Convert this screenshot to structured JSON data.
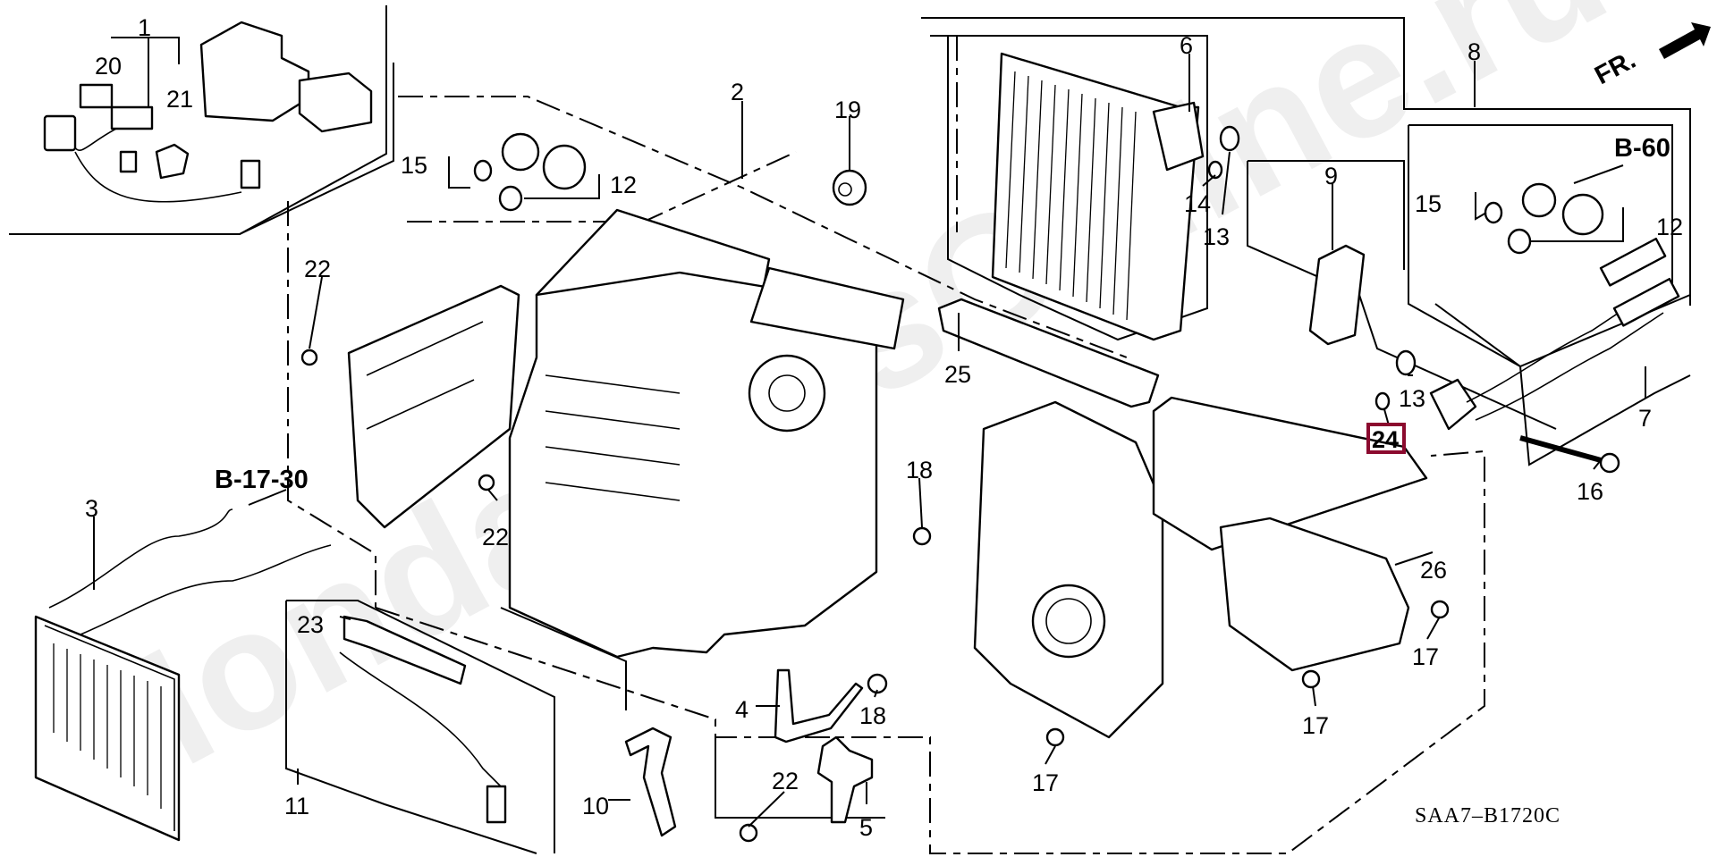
{
  "diagram": {
    "type": "exploded parts diagram",
    "watermark": "HondaPartsOnline.ru",
    "direction_indicator": "FR.",
    "reference_code": "SAA7–B1720C",
    "highlighted_part": "24",
    "highlight_color": "#8b0a2e",
    "cross_references": [
      "B-60",
      "B-17-30"
    ],
    "callouts": [
      {
        "id": "c1",
        "label": "1"
      },
      {
        "id": "c20",
        "label": "20"
      },
      {
        "id": "c21",
        "label": "21"
      },
      {
        "id": "c2",
        "label": "2"
      },
      {
        "id": "c15a",
        "label": "15"
      },
      {
        "id": "c12a",
        "label": "12"
      },
      {
        "id": "c19",
        "label": "19"
      },
      {
        "id": "c6",
        "label": "6"
      },
      {
        "id": "c8",
        "label": "8"
      },
      {
        "id": "c14",
        "label": "14"
      },
      {
        "id": "c13a",
        "label": "13"
      },
      {
        "id": "c9",
        "label": "9"
      },
      {
        "id": "c15b",
        "label": "15"
      },
      {
        "id": "c12b",
        "label": "12"
      },
      {
        "id": "c22a",
        "label": "22"
      },
      {
        "id": "c25",
        "label": "25"
      },
      {
        "id": "c13b",
        "label": "13"
      },
      {
        "id": "c24",
        "label": "24"
      },
      {
        "id": "c7",
        "label": "7"
      },
      {
        "id": "c16",
        "label": "16"
      },
      {
        "id": "c18a",
        "label": "18"
      },
      {
        "id": "c22b",
        "label": "22"
      },
      {
        "id": "c3",
        "label": "3"
      },
      {
        "id": "c26",
        "label": "26"
      },
      {
        "id": "c17a",
        "label": "17"
      },
      {
        "id": "c23",
        "label": "23"
      },
      {
        "id": "c4",
        "label": "4"
      },
      {
        "id": "c18b",
        "label": "18"
      },
      {
        "id": "c17b",
        "label": "17"
      },
      {
        "id": "c11",
        "label": "11"
      },
      {
        "id": "c10",
        "label": "10"
      },
      {
        "id": "c22c",
        "label": "22"
      },
      {
        "id": "c5",
        "label": "5"
      },
      {
        "id": "c17c",
        "label": "17"
      }
    ]
  }
}
